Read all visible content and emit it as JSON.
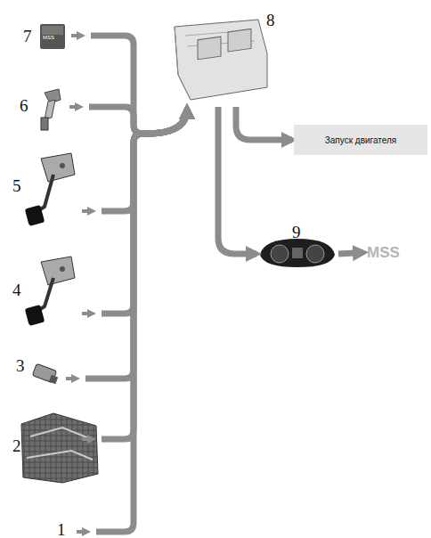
{
  "diagram": {
    "nodes": [
      {
        "text": [
          "7",
          "MSS"
        ]
      },
      {
        "text": [
          "6"
        ]
      },
      {
        "text": [
          "5"
        ]
      },
      {
        "text": [
          "4"
        ]
      },
      {
        "text": [
          "3"
        ]
      },
      {
        "text": [
          "2"
        ]
      },
      {
        "text": [
          "1"
        ]
      },
      {
        "text": [
          "8"
        ]
      },
      {
        "text": [
          "Запуск двигателя"
        ]
      },
      {
        "text": [
          "9"
        ]
      },
      {
        "text": [
          "MSS"
        ]
      }
    ],
    "edges": [
      {
        "from": 0,
        "to": 7,
        "arrow": "to"
      },
      {
        "from": 1,
        "to": 7,
        "arrow": "to"
      },
      {
        "from": 2,
        "to": 7,
        "arrow": "to"
      },
      {
        "from": 3,
        "to": 7,
        "arrow": "to"
      },
      {
        "from": 4,
        "to": 7,
        "arrow": "to"
      },
      {
        "from": 5,
        "to": 7,
        "arrow": "to"
      },
      {
        "from": 6,
        "to": 7,
        "arrow": "to"
      },
      {
        "from": 7,
        "to": 8,
        "arrow": "to"
      },
      {
        "from": 7,
        "to": 9,
        "arrow": "to"
      },
      {
        "from": 9,
        "to": 10,
        "arrow": "to"
      }
    ]
  }
}
